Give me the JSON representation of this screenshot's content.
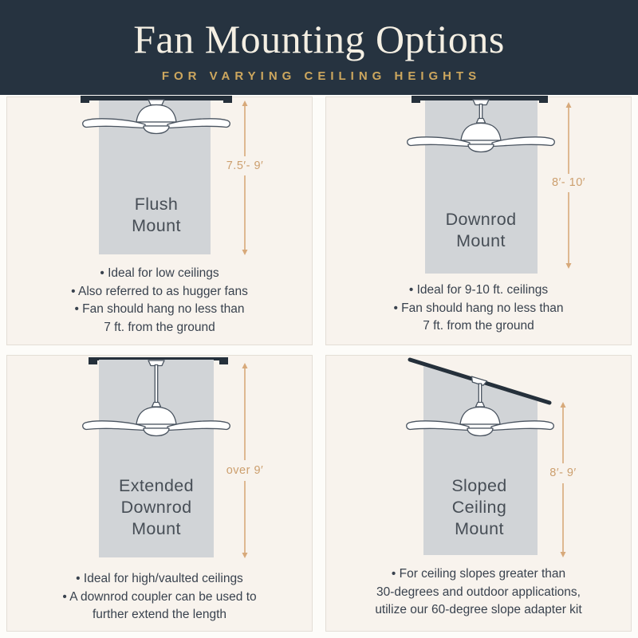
{
  "header": {
    "title": "Fan Mounting Options",
    "subtitle": "FOR VARYING CEILING HEIGHTS"
  },
  "cards": [
    {
      "id": "flush-mount",
      "title": "Flush\nMount",
      "range": "7.5′- 9′",
      "bullets": [
        "• Ideal for low ceilings",
        "• Also referred to as hugger fans",
        "• Fan should hang no less than\n7 ft. from the ground"
      ]
    },
    {
      "id": "downrod-mount",
      "title": "Downrod\nMount",
      "range": "8′- 10′",
      "bullets": [
        "• Ideal for 9-10 ft. ceilings",
        "• Fan should hang no less than\n7 ft. from the ground"
      ]
    },
    {
      "id": "extended-downrod-mount",
      "title": "Extended\nDownrod\nMount",
      "range": "over 9′",
      "bullets": [
        "• Ideal for high/vaulted ceilings",
        "• A downrod coupler can be used to\nfurther extend the length"
      ]
    },
    {
      "id": "sloped-ceiling-mount",
      "title": "Sloped\nCeiling\nMount",
      "range": "8′- 9′",
      "bullets": [
        "• For ceiling slopes greater than\n30-degrees and outdoor applications,\nutilize our 60-degree slope adapter kit"
      ]
    }
  ],
  "colors": {
    "header_bg": "#263340",
    "accent_gold": "#cda75e",
    "measure_tan": "#d7a97a",
    "clearance_gray": "#d1d4d7",
    "card_bg": "#f8f3ed",
    "text_dark": "#39424e"
  }
}
